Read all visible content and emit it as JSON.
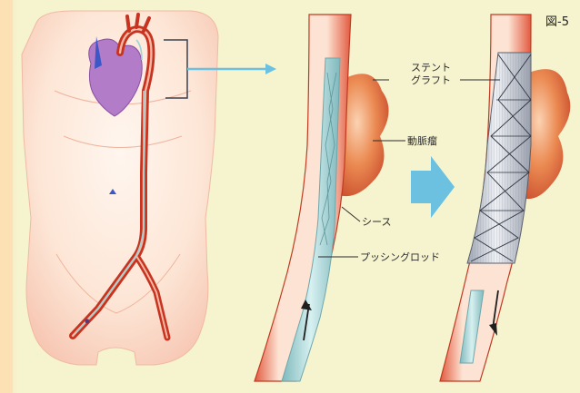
{
  "figure_label": "図-5",
  "labels": {
    "stent_line1": "ステント",
    "stent_line2": "グラフト",
    "aneurysm": "動脈瘤",
    "sheath": "シース",
    "pushing_rod": "プッシングロッド"
  },
  "colors": {
    "page_background": "#fdf3dc",
    "panel_background": "#f6f3cf",
    "body_skin": "#fde7d7",
    "aorta_red": "#c8331f",
    "aneurysm_orange": "#e4733a",
    "heart_purple": "#b27bc9",
    "catheter_blue": "#9cd3d6",
    "arrow_blue": "#6cc0e0"
  }
}
